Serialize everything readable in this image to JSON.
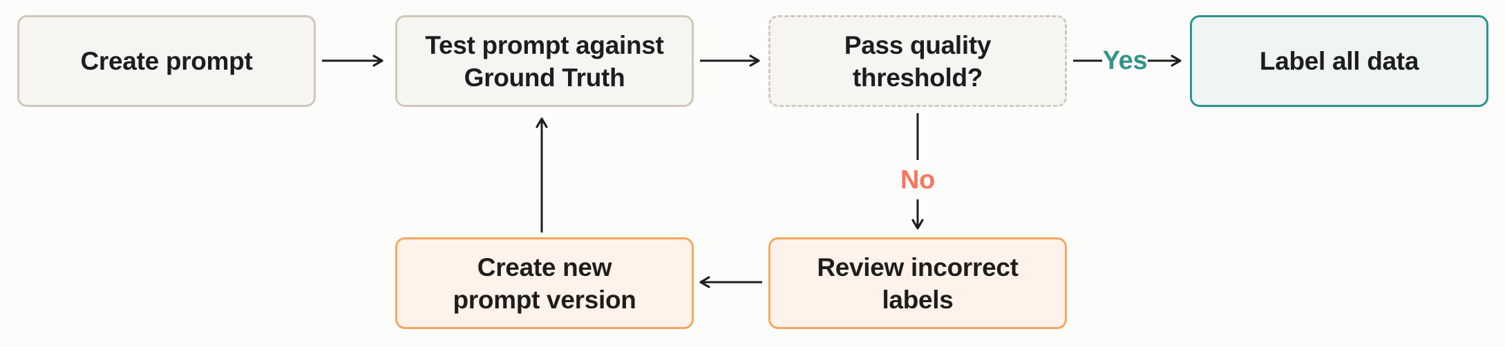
{
  "diagram": {
    "type": "flowchart",
    "nodes": [
      {
        "id": "create-prompt",
        "label": "Create prompt",
        "lines": [
          "Create prompt"
        ],
        "style": "neutral"
      },
      {
        "id": "test-prompt",
        "label": "Test prompt against Ground Truth",
        "lines": [
          "Test prompt against",
          "Ground Truth"
        ],
        "style": "neutral"
      },
      {
        "id": "pass-quality-threshold",
        "label": "Pass quality threshold?",
        "lines": [
          "Pass quality",
          "threshold?"
        ],
        "style": "decision-dashed"
      },
      {
        "id": "label-all-data",
        "label": "Label all data",
        "lines": [
          "Label all data"
        ],
        "style": "teal"
      },
      {
        "id": "create-new-prompt-version",
        "label": "Create new prompt version",
        "lines": [
          "Create new",
          "prompt version"
        ],
        "style": "orange"
      },
      {
        "id": "review-incorrect-labels",
        "label": "Review incorrect labels",
        "lines": [
          "Review incorrect",
          "labels"
        ],
        "style": "orange"
      }
    ],
    "edge_labels": {
      "yes": "Yes",
      "no": "No"
    },
    "edges": [
      {
        "from": "create-prompt",
        "to": "test-prompt",
        "label": ""
      },
      {
        "from": "test-prompt",
        "to": "pass-quality-threshold",
        "label": ""
      },
      {
        "from": "pass-quality-threshold",
        "to": "label-all-data",
        "label": "Yes"
      },
      {
        "from": "pass-quality-threshold",
        "to": "review-incorrect-labels",
        "label": "No"
      },
      {
        "from": "review-incorrect-labels",
        "to": "create-new-prompt-version",
        "label": ""
      },
      {
        "from": "create-new-prompt-version",
        "to": "test-prompt",
        "label": ""
      }
    ],
    "colors": {
      "background": "#fcfcfa",
      "text": "#1f1d1b",
      "arrow": "#1f1d1b",
      "neutral_fill": "#f6f5f1",
      "neutral_border": "#cec8b9",
      "dashed_border": "#d0cabd",
      "teal_fill": "#eef5f4",
      "teal_border": "#2b948a",
      "orange_fill": "#fef2ea",
      "orange_border": "#f8a55e",
      "yes_label_color": "#339489",
      "no_label_color": "#f8765c"
    }
  }
}
